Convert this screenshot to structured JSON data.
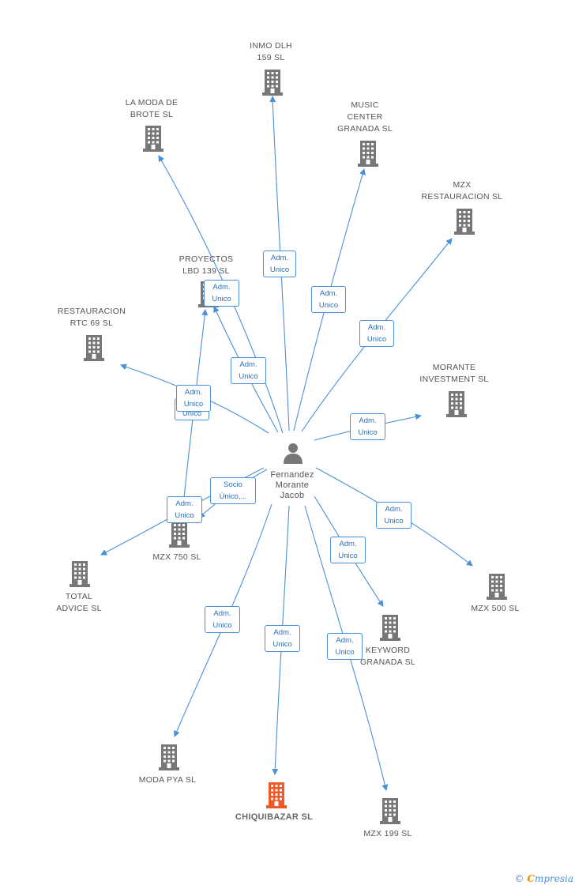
{
  "center": {
    "name": "Fernandez\nMorante\nJacob",
    "icon": "person-icon",
    "icon_color": "#777777"
  },
  "nodes": [
    {
      "id": "inmo-dlh",
      "label": "INMO DLH\n159 SL"
    },
    {
      "id": "la-moda",
      "label": "LA MODA DE\nBROTE  SL"
    },
    {
      "id": "music-center",
      "label": "MUSIC\nCENTER\nGRANADA SL"
    },
    {
      "id": "mzx-restauracion",
      "label": "MZX\nRESTAURACION SL"
    },
    {
      "id": "proyectos-lbd",
      "label": "PROYECTOS\nLBD 139 SL"
    },
    {
      "id": "restauracion-rtc",
      "label": "RESTAURACION\nRTC 69 SL"
    },
    {
      "id": "morante-investment",
      "label": "MORANTE\nINVESTMENT  SL"
    },
    {
      "id": "mzx-750",
      "label": "MZX 750 SL"
    },
    {
      "id": "total-advice",
      "label": "TOTAL\nADVICE  SL"
    },
    {
      "id": "mzx-500",
      "label": "MZX 500 SL"
    },
    {
      "id": "keyword",
      "label": "KEYWORD\nGRANADA SL"
    },
    {
      "id": "moda-pya",
      "label": "MODA PYA SL"
    },
    {
      "id": "chiquibazar",
      "label": "CHIQUIBAZAR SL",
      "focus": true
    },
    {
      "id": "mzx-199",
      "label": "MZX 199 SL"
    }
  ],
  "edge_labels": {
    "inmo_dlh": "Adm.\nUnico",
    "la_moda": "Adm.\nUnico",
    "music_center": "Adm.\nUnico",
    "mzx_restauracion": "Adm.\nUnico",
    "proyectos_a": "Adm.\nUnico",
    "proyectos_b": "Adm.\nUnico",
    "restauracion_rtc": "Unico",
    "morante": "Adm.\nUnico",
    "mzx_750_socio": "Socio\nÚnico,...",
    "mzx_750_adm": "Adm.\nUnico",
    "mzx_500": "Adm.\nUnico",
    "keyword": "Adm.\nUnico",
    "moda_pya": "Adm.\nUnico",
    "chiquibazar": "Adm.\nUnico",
    "mzx_199": "Adm.\nUnico"
  },
  "colors": {
    "edge": "#4a90d9",
    "building": "#777777",
    "building_focus": "#f05a28"
  },
  "footer": {
    "copyright": "©",
    "brand_initial": "C",
    "brand_rest": "mpresia"
  }
}
